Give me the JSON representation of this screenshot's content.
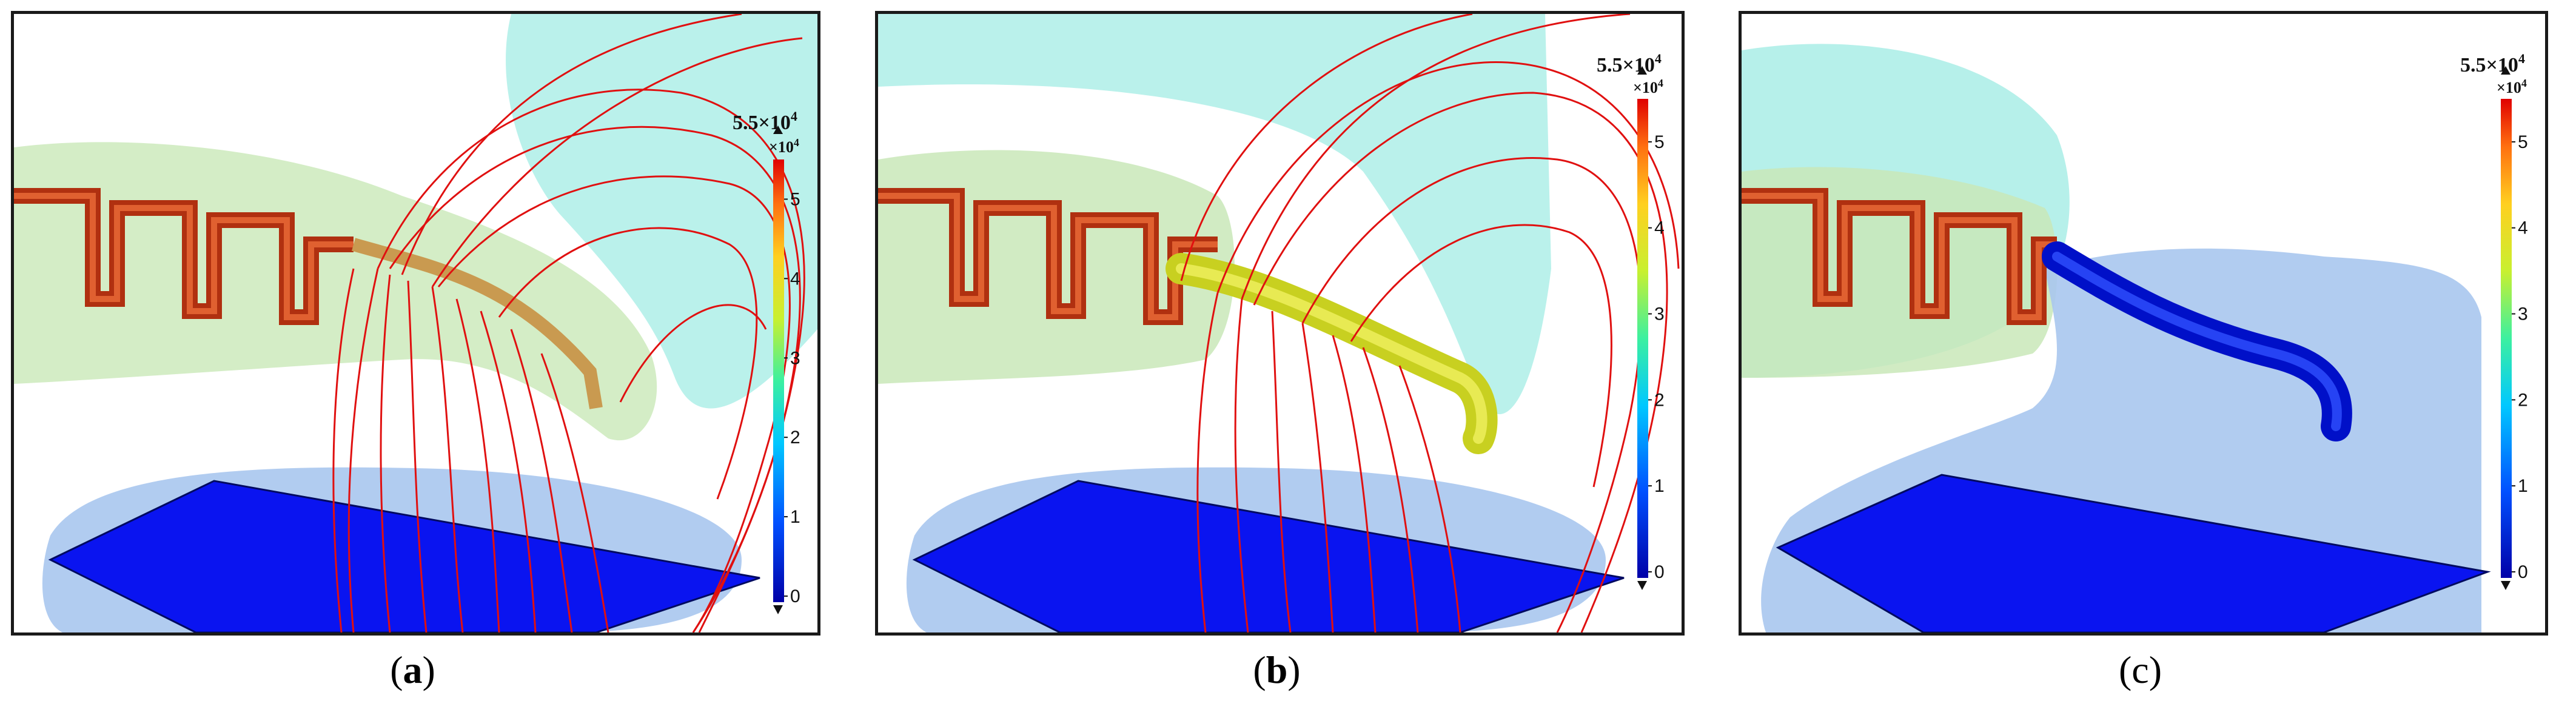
{
  "colorbar": {
    "title_base": "5.5×10",
    "title_exp": "4",
    "unit_base": "×10",
    "unit_exp": "4",
    "ticks": [
      "0",
      "1",
      "2",
      "3",
      "4",
      "5"
    ],
    "max": 5.5,
    "colors": [
      "#0000a8",
      "#0050ff",
      "#00c8ff",
      "#3cf0a0",
      "#c8f030",
      "#ffd020",
      "#ff7010",
      "#e00000"
    ]
  },
  "panels": [
    {
      "id": "a",
      "caption_open": "(",
      "caption_letter": "a",
      "caption_close": ")",
      "bold": true
    },
    {
      "id": "b",
      "caption_open": "(",
      "caption_letter": "b",
      "caption_close": ")",
      "bold": true
    },
    {
      "id": "c",
      "caption_open": "(",
      "caption_letter": "c",
      "caption_close": ")",
      "bold": false
    }
  ]
}
